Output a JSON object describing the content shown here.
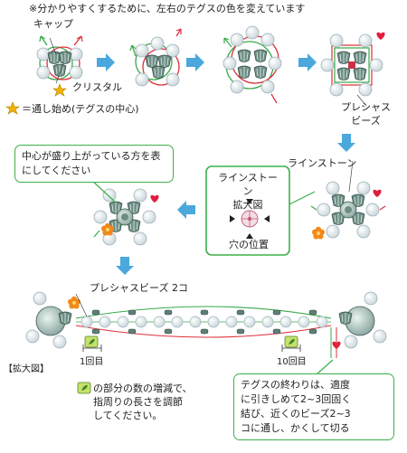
{
  "header_note": "※分かりやすくするために、左右のテグスの色を変えています",
  "labels": {
    "cap": "キャップ",
    "crystal": "クリスタル",
    "start_point": "＝通し始め(テグスの中心)",
    "precious_beads": "プレシャス\nビーズ",
    "rhinestone": "ラインストーン",
    "rhinestone_zoom_title": "ラインストーン\n拡大図",
    "hole_position": "穴の位置",
    "precious_beads_2": "プレシャスビーズ 2コ",
    "zoom_label": "【拡大図】",
    "round_1": "1回目",
    "round_10": "10回目"
  },
  "callouts": {
    "center_up": "中心が盛り上がっている方を表\nにしてください",
    "adjust": "の部分の数の増減で、\n指周りの長さを調節\nしてください。",
    "finish": "テグスの終わりは、適度\nに引きしめて2~3回固く\n結び、近くのビーズ2~3\nコに通し、かくして切る"
  },
  "colors": {
    "arrow": "#4aa8dc",
    "thread_green": "#3aa84a",
    "thread_red": "#e0303a",
    "callout_border": "#3bb04a",
    "star": "#f2b200",
    "heart": "#e01f3d",
    "flower": "#f08a1c",
    "bead": "#9cb5bd",
    "leaf": "#c9e06a"
  }
}
